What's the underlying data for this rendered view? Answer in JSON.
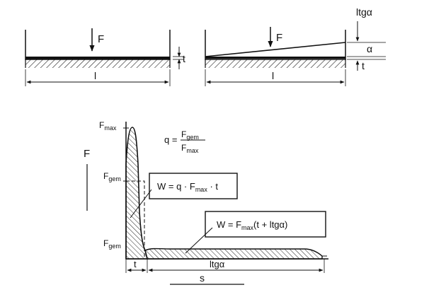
{
  "diagram": {
    "case_parallel": {
      "force": "F",
      "thickness": "t",
      "length": "l"
    },
    "case_inclined": {
      "force": "F",
      "ltg": "ltgα",
      "alpha": "α",
      "thickness": "t",
      "length": "l"
    },
    "graph": {
      "y_axis": "F",
      "x_axis": "s",
      "fmax": {
        "base": "F",
        "sub": "max"
      },
      "fgem_mid": {
        "base": "F",
        "sub": "gem"
      },
      "fgem_low": {
        "base": "F",
        "sub": "gem"
      },
      "q_formula": {
        "lhs": "q =",
        "num_base": "F",
        "num_sub": "gem",
        "den_base": "F",
        "den_sub": "max"
      },
      "w1": {
        "a": "W = q · F",
        "sub": "max",
        "b": " · t"
      },
      "w2": {
        "a": "W = F",
        "sub": "max",
        "b": "(t + ltgα)"
      },
      "dim_t": "t",
      "dim_ltg": "ltgα"
    }
  }
}
